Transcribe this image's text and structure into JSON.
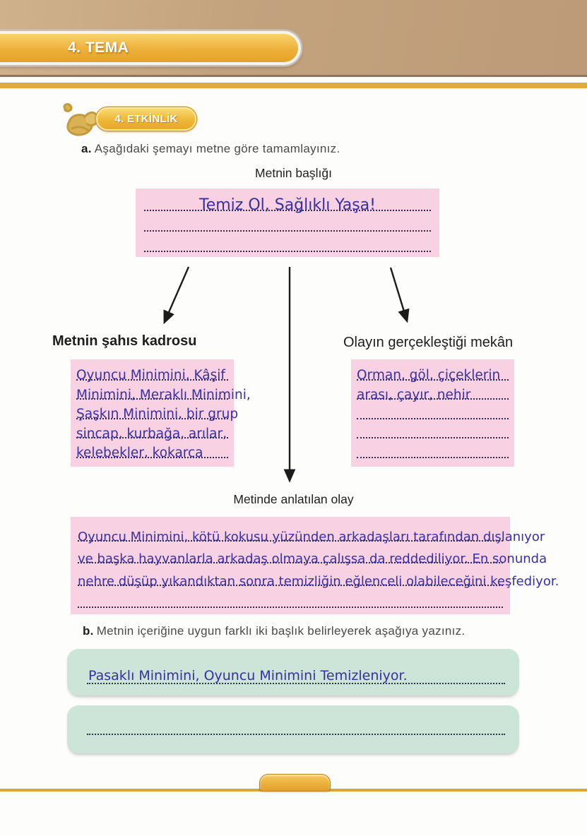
{
  "header": {
    "tema_label": "4. TEMA"
  },
  "activity": {
    "badge_label": "4. ETKİNLİK"
  },
  "instructions": {
    "a_prefix": "a.",
    "a_text": "Aşağıdaki şemayı metne göre tamamlayınız.",
    "b_prefix": "b.",
    "b_text": "Metnin içeriğine uygun farklı iki başlık belirleyerek aşağıya yazınız."
  },
  "diagram": {
    "title_label": "Metnin başlığı",
    "title_answer": "Temiz Ol, Sağlıklı Yaşa!",
    "persons_heading": "Metnin şahıs kadrosu",
    "persons_lines": [
      "Oyuncu Minimini, Kâşif",
      "Minimini, Meraklı Minimini,",
      "Şaşkın Minimini, bir grup",
      "sincap, kurbağa, arılar,",
      "kelebekler, kokarca"
    ],
    "place_heading": "Olayın gerçekleştiği mekân",
    "place_lines": [
      "Orman, göl, çiçeklerin",
      "arası, çayır, nehir",
      "",
      "",
      ""
    ],
    "event_label": "Metinde anlatılan olay",
    "event_lines": [
      "Oyuncu Minimini, kötü kokusu yüzünden arkadaşları tarafından dışlanıyor",
      "ve başka hayvanlarla arkadaş olmaya çalışsa da reddediliyor. En sonunda",
      "nehre düşüp yıkandıktan sonra temizliğin eğlenceli olabileceğini keşfediyor.",
      ""
    ]
  },
  "section_b": {
    "answer_1": "Pasaklı Minimini, Oyuncu Minimini Temizleniyor.",
    "answer_2": ""
  },
  "colors": {
    "accent_gold": "#e8aa2e",
    "band_tan": "#c2a07c",
    "box_pink": "#f8d2e2",
    "box_green": "#cde4d9",
    "answer_blue": "#372fa5",
    "dot_navy": "#2c2c4c"
  }
}
